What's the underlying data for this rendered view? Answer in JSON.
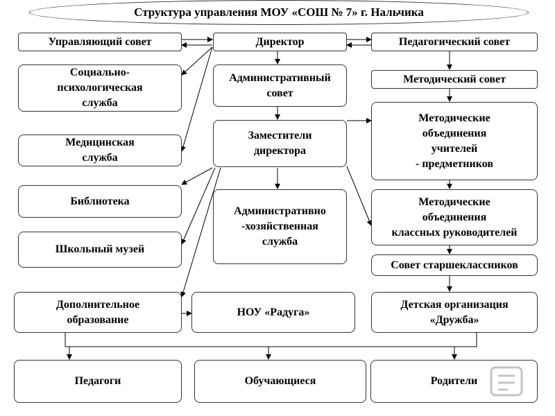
{
  "title": "Структура управления МОУ «СОШ № 7» г. Нальчика",
  "boxes": {
    "board": "Управляющий совет",
    "director": "Директор",
    "ped_council": "Педагогический совет",
    "social": "Социально-\nпсихологическая\nслужба",
    "admin_council": "Административный\nсовет",
    "method_council": "Методический  совет",
    "deputies": "Заместители\nдиректора",
    "method_teachers": "Методические\nобъединения\nучителей\n- предметников",
    "medical": "Медицинская\nслужба",
    "library": "Библиотека",
    "ahs": "Административно\n-хозяйственная\nслужба",
    "method_class": "Методические\nобъединения\nклассных руководителей",
    "museum": "Школьный музей",
    "senior_council": "Совет старшеклассников",
    "extra_edu": "Дополнительное\nобразование",
    "nou": "НОУ «Радуга»",
    "kids_org": "Детская организация\n«Дружба»",
    "teachers": "Педагоги",
    "students": "Обучающиеся",
    "parents": "Родители"
  }
}
